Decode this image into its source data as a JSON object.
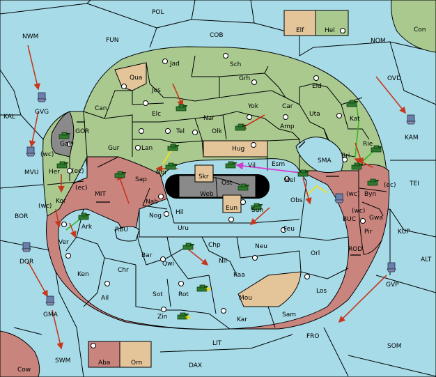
{
  "map": {
    "seas": [
      "POL",
      "FUN",
      "COB",
      "NOM",
      "Con",
      "NWM",
      "KAL",
      "OVD",
      "KAM",
      "TEI",
      "GOR",
      "MIT",
      "BOR",
      "RBU",
      "SMA",
      "BUC",
      "KUP",
      "ALT",
      "ROD",
      "GVP",
      "FRO",
      "SOM",
      "LIT",
      "DAX",
      "SWM",
      "GVG",
      "MVU",
      "DQR",
      "GMA",
      "Cow"
    ],
    "green_provinces": [
      "Jad",
      "Sch",
      "Qua",
      "Jos",
      "Grh",
      "Can",
      "Elc",
      "Nar",
      "Yok",
      "Car",
      "Eld",
      "Uta",
      "Kat",
      "Rie",
      "Bri",
      "Amp",
      "Olk",
      "Tel",
      "Gur",
      "Lan",
      "Hug",
      "Gaw",
      "Her",
      "Kor",
      "Esm",
      "Vil"
    ],
    "red_provinces": [
      "Sap",
      "Nor",
      "Nab",
      "Ark",
      "Ver",
      "Nog",
      "Hil",
      "Uru",
      "Bar",
      "Qwi",
      "Chp",
      "Nil",
      "Neu",
      "Feu",
      "Sun",
      "Obs",
      "Mel",
      "Byn",
      "Gwa",
      "Pir",
      "Orl",
      "Ken",
      "Chr",
      "Ail",
      "Sot",
      "Rot",
      "Kaa",
      "Mou",
      "Los",
      "Zin",
      "Kar",
      "Sam",
      "Aba",
      "Orn",
      "Elf",
      "Hel"
    ],
    "center_labels": [
      "Skr",
      "Ost",
      "Web",
      "Eun"
    ],
    "coast_tags": [
      "(wc)",
      "(ec)",
      "(wc)",
      "(ec)",
      "(wc)",
      "(ec)",
      "(wc)"
    ]
  },
  "labels": {
    "POL": "POL",
    "FUN": "FUN",
    "COB": "COB",
    "NOM": "NOM",
    "Con": "Con",
    "NWM": "NWM",
    "KAL": "KAL",
    "OVD": "OVD",
    "KAM": "KAM",
    "TEI": "TEI",
    "GOR": "GOR",
    "MIT": "MIT",
    "BOR": "BOR",
    "RBU": "RBU",
    "SMA": "SMA",
    "BUC": "BUC",
    "KUP": "KUP",
    "ALT": "ALT",
    "ROD": "ROD",
    "GVP": "GVP",
    "FRO": "FRO",
    "SOM": "SOM",
    "LIT": "LIT",
    "DAX": "DAX",
    "SWM": "SWM",
    "GVG": "GVG",
    "MVU": "MVU",
    "DQR": "DQR",
    "GMA": "GMA",
    "Cow": "Cow",
    "Elf": "Elf",
    "Hel": "Hel",
    "Jad": "Jad",
    "Sch": "Sch",
    "Qua": "Qua",
    "Jos": "Jos",
    "Grh": "Grh",
    "Can": "Can",
    "Elc": "Elc",
    "Nar": "Nar",
    "Yok": "Yok",
    "Car": "Car",
    "Eld": "Eld",
    "Uta": "Uta",
    "Kat": "Kat",
    "Rie": "Rie",
    "Bri": "Bri",
    "Amp": "Amp",
    "Olk": "Olk",
    "Tel": "Tel",
    "Gur": "Gur",
    "Lan": "Lan",
    "Hug": "Hug",
    "Gaw": "Gaw",
    "Her": "Her",
    "Kor": "Kor",
    "Esm": "Esm",
    "Vil": "Vil",
    "Sap": "Sap",
    "Nor": "Nor",
    "Nab": "Nab",
    "Ark": "Ark",
    "Ver": "Ver",
    "Nog": "Nog",
    "Hil": "Hil",
    "Uru": "Uru",
    "Bar": "Bar",
    "Qwi": "Qwi",
    "Chp": "Chp",
    "Nil": "Nil",
    "Neu": "Neu",
    "Feu": "Feu",
    "Sun": "Sun",
    "Obs": "Obs",
    "Mel": "Mel",
    "Byn": "Byn",
    "Gwa": "Gwa",
    "Pir": "Pir",
    "Orl": "Orl",
    "Ken": "Ken",
    "Chr": "Chr",
    "Ail": "Ail",
    "Sot": "Sot",
    "Rot": "Rot",
    "Kaa": "Kaa",
    "Mou": "Mou",
    "Los": "Los",
    "Zin": "Zin",
    "Kar": "Kar",
    "Sam": "Sam",
    "Aba": "Aba",
    "Orn": "Orn",
    "Skr": "Skr",
    "Ost": "Ost",
    "Web": "Web",
    "Eun": "Eun",
    "wc": "(wc)",
    "ec": "(ec)"
  },
  "units": {
    "armies": [
      "Elc",
      "Olk",
      "Lan",
      "Nor",
      "Vil",
      "Ost",
      "Her",
      "Gaw",
      "Ark",
      "Sap",
      "Mel",
      "Byn",
      "Bri",
      "Kat",
      "Sun",
      "Chp",
      "Zin",
      "Rot"
    ],
    "fleets": [
      "GVG",
      "MVU",
      "KAM",
      "BUC",
      "DQR",
      "GMA",
      "GVP"
    ]
  },
  "colors": {
    "sea": "#a7dbe8",
    "green_power": "#a9c98f",
    "red_power": "#c9847e",
    "neutral": "#e4c59a",
    "impassable": "#8a8a8a",
    "move_arrow": "#c8361c",
    "support_arrow": "#37b51c",
    "convoy_arrow": "#f0e31a",
    "special_arrow": "#d23ad0"
  }
}
